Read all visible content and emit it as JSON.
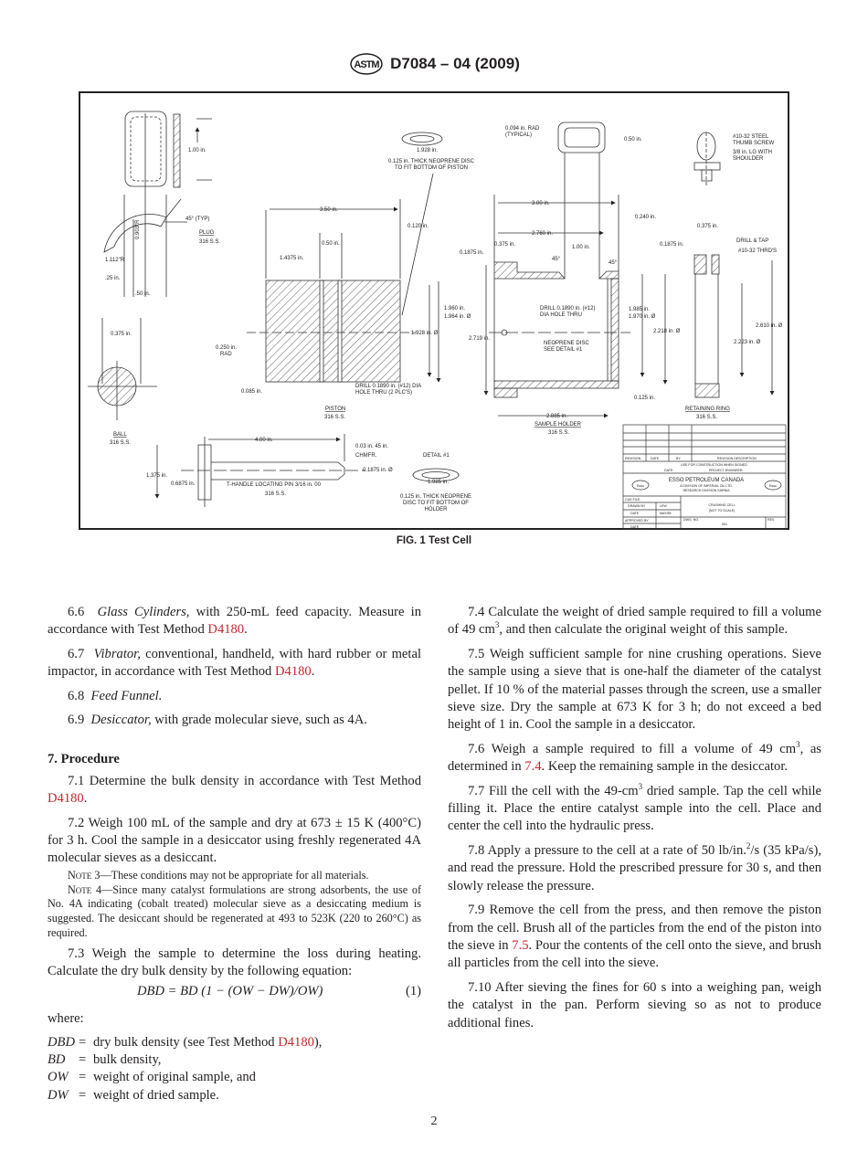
{
  "header": {
    "logo_text": "ASTM",
    "designation": "D7084 – 04 (2009)"
  },
  "figure": {
    "caption": "FIG. 1 Test Cell",
    "labels": {
      "plug_height": "1.00 in.",
      "plug_angle": "45° (TYP)",
      "plug_title": "PLUG",
      "plug_material": "316 S.S.",
      "plug_r1": "0.903\"R",
      "plug_r2": "1.112\"R",
      "plug_w1": ".25 in.",
      "plug_w2": ".50 in.",
      "disc_dia": "1.928 in.",
      "disc_note1": "0.125 in. THICK NEOPRENE DISC",
      "disc_note2": "TO FIT BOTTOM OF PISTON",
      "piston_len": "3.50 in.",
      "piston_0120": "0.120 in.",
      "piston_050": "0.50 in.",
      "piston_14375": "1.4375 in.",
      "piston_1960": "1.960 in.",
      "piston_1964": "1.964 in. Ø",
      "piston_1928": "1.928 in. Ø",
      "piston_rad1": "0.250 in.",
      "piston_rad2": "RAD",
      "piston_0085": "0.085 in.",
      "piston_drill1": "DRILL 0.1890 in. (#12) DIA",
      "piston_drill2": "HOLE THRU (2 PLC'S)",
      "piston_title": "PISTON",
      "piston_material": "316 S.S.",
      "ball_dia": "0.375 in.",
      "ball_title": "BALL",
      "ball_material": "316 S.S.",
      "pin_len": "4.00 in.",
      "pin_chmfr1": "0.03 in.   45 in.",
      "pin_chmfr2": "CHMFR.",
      "pin_dia": "0.1875 in.  Ø",
      "pin_1375": "1.375 in.",
      "pin_06875": "0.6875 in.",
      "pin_title": "T-HANDLE LOCATING PIN 3/16 in. 00",
      "pin_material": "316 S.S.",
      "detail_title": "DETAIL #1",
      "detail_dia": "1.985 in.",
      "detail_note1": "0.125 in. THICK NEOPRENE",
      "detail_note2": "DISC TO FIT BOTTOM OF",
      "detail_note3": "HOLDER",
      "handle_rad1": "0.094 in. RAD",
      "handle_rad2": "(TYPICAL)",
      "handle_050": "0.50 in.",
      "screw1": "#10-32 STEEL",
      "screw2": "THUMB SCREW",
      "screw3": "3/8 in. LG WITH",
      "screw4": "SHOULDER",
      "holder_300": "3.00 in.",
      "holder_0240": "0.240 in.",
      "holder_2760": "2.760 in.",
      "holder_0375": "0.375 in.",
      "holder_01875": "0.1875 in.",
      "holder_100": "1.00 in.",
      "holder_45a": "45°",
      "holder_45b": "45°",
      "holder_2719": "2.719 in.",
      "holder_drill1": "DRILL 0.1890 in. (#12)",
      "holder_drill2": "DIA HOLE THRU",
      "holder_neo1": "NEOPRENE DISC",
      "holder_neo2": "SEE DETAIL #1",
      "holder_1985": "1.985 in.",
      "holder_1970": "1.970 in. Ø",
      "holder_2218": "2.218 in. Ø",
      "holder_0125": "0.125 in.",
      "holder_2885": "2.885 in.",
      "holder_title": "SAMPLE HOLDER",
      "holder_material": "316 S.S.",
      "ring_0375": "0.375 in.",
      "ring_01875": "0.1875 in.",
      "ring_drill1": "DRILL & TAP",
      "ring_drill2": "#10-32 THRD'S",
      "ring_2610": "2.610 in. Ø",
      "ring_2223": "2.223 in. Ø",
      "ring_title": "RETAINING RING",
      "ring_material": "316 S.S."
    },
    "title_block": {
      "revision": "REVISION",
      "date": "DATE",
      "by": "BY",
      "rev_desc": "REVISION DESCRIPTION",
      "use_for": "USE FOR CONSTRUCTION WHEN SIGNED",
      "date2": "DATE:",
      "project_engineer": "PROJECT ENGINEER:",
      "company": "ESSO PETROLEUM CANADA",
      "division": "A DIVISION OF IMPERIAL OIL LTD.",
      "research": "RESEARCH DIVISION SARNIA",
      "logo": "Esso",
      "cad_file": "CAD FILE:",
      "drawn_by": "DRAWN BY",
      "drawn_by_val": "LEW",
      "date3": "DATE",
      "date3_val": "MAY/89",
      "approved_by": "APPROVED BY",
      "date4": "DATE",
      "drawing_title1": "CRUSHING CELL",
      "drawing_title2": "(NOT TO SCALE)",
      "dwg_no": "DWG. NO.",
      "dwg_no_val": "001",
      "rev": "REV."
    }
  },
  "left": {
    "p66": {
      "num": "6.6",
      "lead": "Glass Cylinders,",
      "text": " with 250-mL feed capacity. Measure in accordance with Test Method ",
      "link": "D4180",
      "tail": "."
    },
    "p67": {
      "num": "6.7",
      "lead": "Vibrator,",
      "text": " conventional, handheld, with hard rubber or metal impactor, in accordance with Test Method ",
      "link": "D4180",
      "tail": "."
    },
    "p68": {
      "num": "6.8",
      "lead": "Feed Funnel."
    },
    "p69": {
      "num": "6.9",
      "lead": "Desiccator,",
      "text": " with grade molecular sieve, such as 4A."
    },
    "section": "7. Procedure",
    "p71": {
      "num": "7.1",
      "text": " Determine the bulk density in accordance with Test Method ",
      "link": "D4180",
      "tail": "."
    },
    "p72": {
      "num": "7.2",
      "text": " Weigh 100 mL of the sample and dry at 673 ± 15 K (400°C) for 3 h. Cool the sample in a desiccator using freshly regenerated 4A molecular sieves as a desiccant."
    },
    "note3": {
      "label": "Note 3",
      "text": "—These conditions may not be appropriate for all materials."
    },
    "note4": {
      "label": "Note 4",
      "text": "—Since many catalyst formulations are strong adsorbents, the use of No. 4A indicating (cobalt treated) molecular sieve as a desiccating medium is suggested. The desiccant should be regenerated at 493 to 523K (220 to 260°C) as required."
    },
    "p73": {
      "num": "7.3",
      "text": " Weigh the sample to determine the loss during heating. Calculate the dry bulk density by the following equation:"
    },
    "equation": {
      "formula": "DBD = BD (1 − (OW − DW)/OW)",
      "number": "(1)"
    },
    "where": "where:",
    "definitions": [
      {
        "sym": "DBD",
        "eq": "=",
        "def": "dry bulk density (see Test Method ",
        "link": "D4180",
        "tail": "),"
      },
      {
        "sym": "BD",
        "eq": "=",
        "def": "bulk density,"
      },
      {
        "sym": "OW",
        "eq": "=",
        "def": "weight of original sample, and"
      },
      {
        "sym": "DW",
        "eq": "=",
        "def": "weight of dried sample."
      }
    ]
  },
  "right": {
    "p74": {
      "num": "7.4",
      "text": " Calculate the weight of dried sample required to fill a volume of 49 cm",
      "sup": "3",
      "tail": ", and then calculate the original weight of this sample."
    },
    "p75": {
      "num": "7.5",
      "text": " Weigh sufficient sample for nine crushing operations. Sieve the sample using a sieve that is one-half the diameter of the catalyst pellet. If 10 % of the material passes through the screen, use a smaller sieve size. Dry the sample at 673 K for 3 h; do not exceed a bed height of 1 in. Cool the sample in a desiccator."
    },
    "p76": {
      "num": "7.6",
      "text": " Weigh a sample required to fill a volume of 49 cm",
      "sup": "3",
      "mid": ", as determined in ",
      "link": "7.4",
      "tail": ". Keep the remaining sample in the desiccator."
    },
    "p77": {
      "num": "7.7",
      "text": " Fill the cell with the 49-cm",
      "sup": "3",
      "tail": " dried sample. Tap the cell while filling it. Place the entire catalyst sample into the cell. Place and center the cell into the hydraulic press."
    },
    "p78": {
      "num": "7.8",
      "text": " Apply a pressure to the cell at a rate of 50 lb/in.",
      "sup": "2",
      "tail": "/s (35 kPa/s), and read the pressure. Hold the prescribed pressure for 30 s, and then slowly release the pressure."
    },
    "p79": {
      "num": "7.9",
      "text": " Remove the cell from the press, and then remove the piston from the cell. Brush all of the particles from the end of the piston into the sieve in ",
      "link": "7.5",
      "tail": ". Pour the contents of the cell onto the sieve, and brush all particles from the cell into the sieve."
    },
    "p710": {
      "num": "7.10",
      "text": " After sieving the fines for 60 s into a weighing pan, weigh the catalyst in the pan. Perform sieving so as not to produce additional fines."
    }
  },
  "page_number": "2",
  "colors": {
    "link": "#c1272d",
    "text": "#231f20"
  }
}
